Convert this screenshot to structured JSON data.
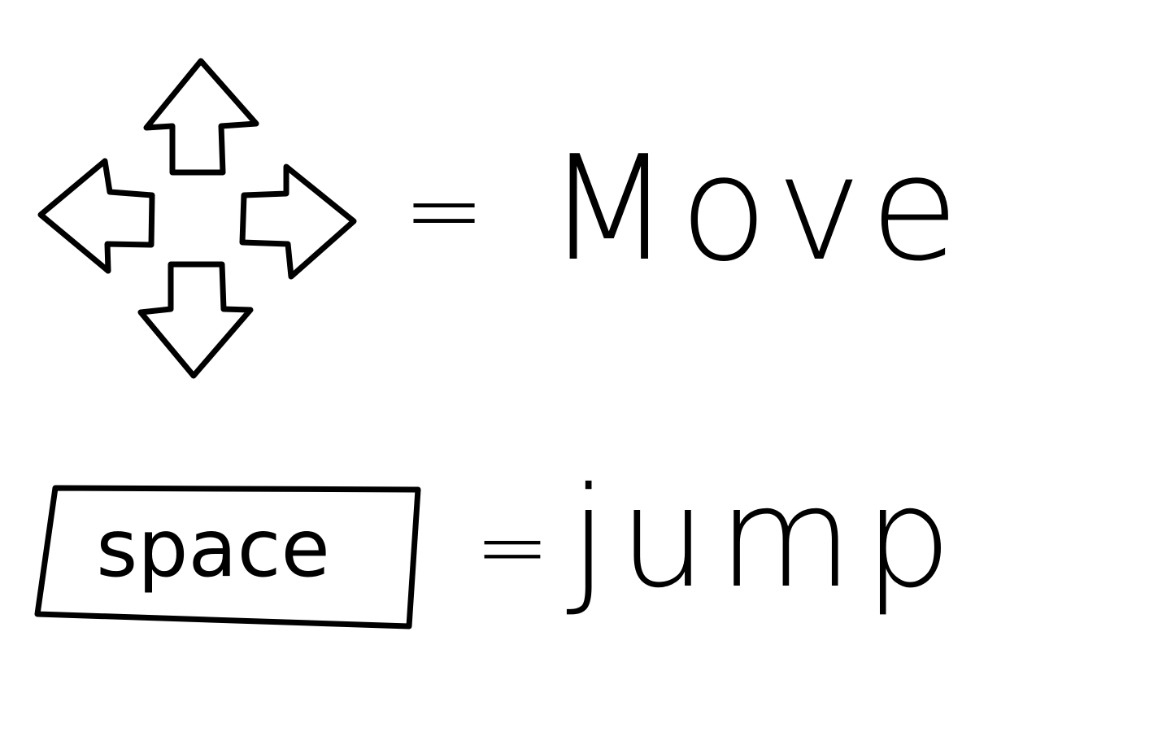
{
  "colors": {
    "background": "#ffffff",
    "ink": "#000000"
  },
  "controls": [
    {
      "input_icon": "arrow-keys-icon",
      "equals": "=",
      "action": "Move"
    },
    {
      "input_icon": "space-key-icon",
      "key_label": "space",
      "equals": "=",
      "action": "jump"
    }
  ]
}
